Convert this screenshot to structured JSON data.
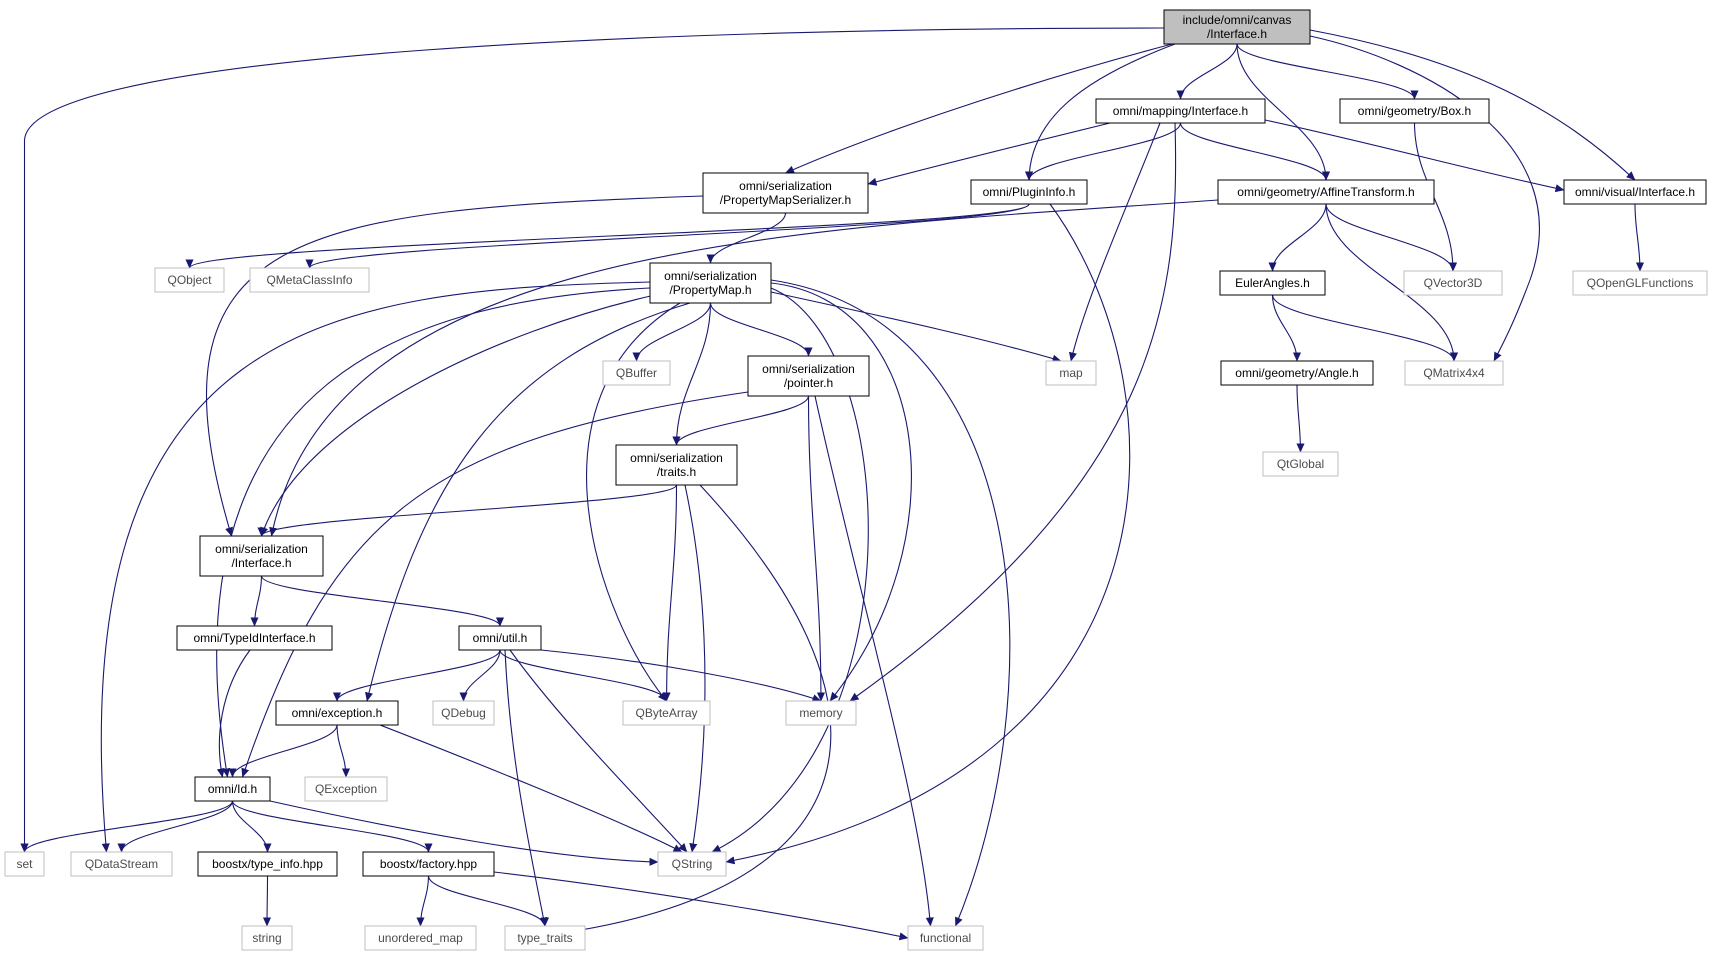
{
  "colors": {
    "edge": "#191970",
    "node_border": "#000000",
    "external_border": "#bfbfbf",
    "external_text": "#4d4d4d",
    "root_fill": "#bfbfbf",
    "node_fill": "#ffffff"
  },
  "nodes": [
    {
      "id": "root",
      "lines": [
        "include/omni/canvas",
        "/Interface.h"
      ],
      "kind": "root"
    },
    {
      "id": "mapping",
      "lines": [
        "omni/mapping/Interface.h"
      ],
      "kind": "file"
    },
    {
      "id": "box",
      "lines": [
        "omni/geometry/Box.h"
      ],
      "kind": "file"
    },
    {
      "id": "pms",
      "lines": [
        "omni/serialization",
        "/PropertyMapSerializer.h"
      ],
      "kind": "file"
    },
    {
      "id": "plugininfo",
      "lines": [
        "omni/PluginInfo.h"
      ],
      "kind": "file"
    },
    {
      "id": "affine",
      "lines": [
        "omni/geometry/AffineTransform.h"
      ],
      "kind": "file"
    },
    {
      "id": "visual",
      "lines": [
        "omni/visual/Interface.h"
      ],
      "kind": "file"
    },
    {
      "id": "qobject",
      "lines": [
        "QObject"
      ],
      "kind": "external"
    },
    {
      "id": "qmetaclassinfo",
      "lines": [
        "QMetaClassInfo"
      ],
      "kind": "external"
    },
    {
      "id": "propertymap",
      "lines": [
        "omni/serialization",
        "/PropertyMap.h"
      ],
      "kind": "file"
    },
    {
      "id": "eulerangles",
      "lines": [
        "EulerAngles.h"
      ],
      "kind": "file"
    },
    {
      "id": "qvector3d",
      "lines": [
        "QVector3D"
      ],
      "kind": "external"
    },
    {
      "id": "qopenglfunctions",
      "lines": [
        "QOpenGLFunctions"
      ],
      "kind": "external"
    },
    {
      "id": "qbuffer",
      "lines": [
        "QBuffer"
      ],
      "kind": "external"
    },
    {
      "id": "pointer",
      "lines": [
        "omni/serialization",
        "/pointer.h"
      ],
      "kind": "file"
    },
    {
      "id": "map",
      "lines": [
        "map"
      ],
      "kind": "external"
    },
    {
      "id": "angle",
      "lines": [
        "omni/geometry/Angle.h"
      ],
      "kind": "file"
    },
    {
      "id": "qmatrix4x4",
      "lines": [
        "QMatrix4x4"
      ],
      "kind": "external"
    },
    {
      "id": "traits",
      "lines": [
        "omni/serialization",
        "/traits.h"
      ],
      "kind": "file"
    },
    {
      "id": "qtglobal",
      "lines": [
        "QtGlobal"
      ],
      "kind": "external"
    },
    {
      "id": "serinterface",
      "lines": [
        "omni/serialization",
        "/Interface.h"
      ],
      "kind": "file"
    },
    {
      "id": "typeid",
      "lines": [
        "omni/TypeIdInterface.h"
      ],
      "kind": "file"
    },
    {
      "id": "util",
      "lines": [
        "omni/util.h"
      ],
      "kind": "file"
    },
    {
      "id": "exception",
      "lines": [
        "omni/exception.h"
      ],
      "kind": "file"
    },
    {
      "id": "qdebug",
      "lines": [
        "QDebug"
      ],
      "kind": "external"
    },
    {
      "id": "qbytearray",
      "lines": [
        "QByteArray"
      ],
      "kind": "external"
    },
    {
      "id": "memory",
      "lines": [
        "memory"
      ],
      "kind": "external"
    },
    {
      "id": "id",
      "lines": [
        "omni/Id.h"
      ],
      "kind": "file"
    },
    {
      "id": "qexception",
      "lines": [
        "QException"
      ],
      "kind": "external"
    },
    {
      "id": "set",
      "lines": [
        "set"
      ],
      "kind": "external"
    },
    {
      "id": "qdatastream",
      "lines": [
        "QDataStream"
      ],
      "kind": "external"
    },
    {
      "id": "typeinfo",
      "lines": [
        "boostx/type_info.hpp"
      ],
      "kind": "file"
    },
    {
      "id": "factory",
      "lines": [
        "boostx/factory.hpp"
      ],
      "kind": "file"
    },
    {
      "id": "qstring",
      "lines": [
        "QString"
      ],
      "kind": "external"
    },
    {
      "id": "string",
      "lines": [
        "string"
      ],
      "kind": "external"
    },
    {
      "id": "unordered_map",
      "lines": [
        "unordered_map"
      ],
      "kind": "external"
    },
    {
      "id": "type_traits",
      "lines": [
        "type_traits"
      ],
      "kind": "external"
    },
    {
      "id": "functional",
      "lines": [
        "functional"
      ],
      "kind": "external"
    }
  ],
  "edges": [
    [
      "root",
      "set"
    ],
    [
      "root",
      "mapping"
    ],
    [
      "root",
      "box"
    ],
    [
      "root",
      "pms"
    ],
    [
      "root",
      "plugininfo"
    ],
    [
      "root",
      "affine"
    ],
    [
      "root",
      "visual"
    ],
    [
      "root",
      "qmatrix4x4"
    ],
    [
      "mapping",
      "pms"
    ],
    [
      "mapping",
      "plugininfo"
    ],
    [
      "mapping",
      "affine"
    ],
    [
      "mapping",
      "visual"
    ],
    [
      "mapping",
      "map"
    ],
    [
      "mapping",
      "memory"
    ],
    [
      "box",
      "qvector3d"
    ],
    [
      "pms",
      "propertymap"
    ],
    [
      "pms",
      "serinterface"
    ],
    [
      "plugininfo",
      "qobject"
    ],
    [
      "plugininfo",
      "qmetaclassinfo"
    ],
    [
      "plugininfo",
      "qstring"
    ],
    [
      "affine",
      "serinterface"
    ],
    [
      "affine",
      "eulerangles"
    ],
    [
      "affine",
      "qvector3d"
    ],
    [
      "affine",
      "qmatrix4x4"
    ],
    [
      "visual",
      "qopenglfunctions"
    ],
    [
      "eulerangles",
      "angle"
    ],
    [
      "eulerangles",
      "qmatrix4x4"
    ],
    [
      "angle",
      "qtglobal"
    ],
    [
      "propertymap",
      "qdatastream"
    ],
    [
      "propertymap",
      "id"
    ],
    [
      "propertymap",
      "serinterface"
    ],
    [
      "propertymap",
      "exception"
    ],
    [
      "propertymap",
      "qbytearray"
    ],
    [
      "propertymap",
      "qbuffer"
    ],
    [
      "propertymap",
      "traits"
    ],
    [
      "propertymap",
      "pointer"
    ],
    [
      "propertymap",
      "qstring"
    ],
    [
      "propertymap",
      "memory"
    ],
    [
      "propertymap",
      "map"
    ],
    [
      "propertymap",
      "functional"
    ],
    [
      "pointer",
      "id"
    ],
    [
      "pointer",
      "traits"
    ],
    [
      "pointer",
      "memory"
    ],
    [
      "pointer",
      "functional"
    ],
    [
      "traits",
      "serinterface"
    ],
    [
      "traits",
      "qbytearray"
    ],
    [
      "traits",
      "qstring"
    ],
    [
      "traits",
      "type_traits"
    ],
    [
      "serinterface",
      "typeid"
    ],
    [
      "serinterface",
      "util"
    ],
    [
      "typeid",
      "id"
    ],
    [
      "util",
      "exception"
    ],
    [
      "util",
      "qdebug"
    ],
    [
      "util",
      "qbytearray"
    ],
    [
      "util",
      "memory"
    ],
    [
      "util",
      "qstring"
    ],
    [
      "util",
      "type_traits"
    ],
    [
      "exception",
      "id"
    ],
    [
      "exception",
      "qexception"
    ],
    [
      "exception",
      "qstring"
    ],
    [
      "id",
      "set"
    ],
    [
      "id",
      "qdatastream"
    ],
    [
      "id",
      "typeinfo"
    ],
    [
      "id",
      "factory"
    ],
    [
      "id",
      "qstring"
    ],
    [
      "typeinfo",
      "string"
    ],
    [
      "factory",
      "unordered_map"
    ],
    [
      "factory",
      "type_traits"
    ],
    [
      "factory",
      "functional"
    ]
  ]
}
